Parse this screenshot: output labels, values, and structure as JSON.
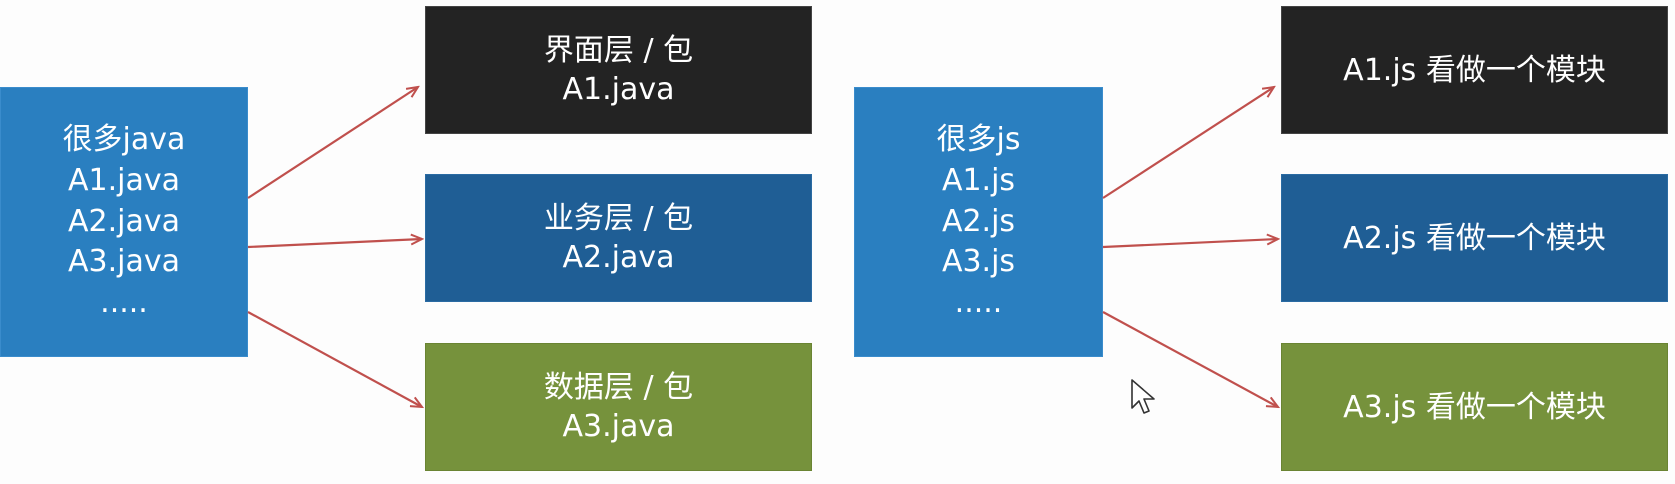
{
  "left_group": {
    "source": {
      "lines": [
        "很多java",
        "A1.java",
        "A2.java",
        "A3.java",
        "....."
      ]
    },
    "targets": [
      {
        "line1": "界面层 / 包",
        "line2": "A1.java",
        "color": "#232323"
      },
      {
        "line1": "业务层 / 包",
        "line2": "A2.java",
        "color": "#1f5e95"
      },
      {
        "line1": "数据层 / 包",
        "line2": "A3.java",
        "color": "#76923c"
      }
    ]
  },
  "right_group": {
    "source": {
      "lines": [
        "很多js",
        "A1.js",
        "A2.js",
        "A3.js",
        "....."
      ]
    },
    "targets": [
      {
        "label": "A1.js 看做一个模块",
        "color": "#232323"
      },
      {
        "label": "A2.js 看做一个模块",
        "color": "#1f5e95"
      },
      {
        "label": "A3.js 看做一个模块",
        "color": "#76923c"
      }
    ]
  },
  "colors": {
    "source_box": "#2a7fc0",
    "arrow": "#c0504d",
    "background": "#fdfdfd"
  },
  "icons": {
    "cursor": "mouse-pointer-icon"
  }
}
